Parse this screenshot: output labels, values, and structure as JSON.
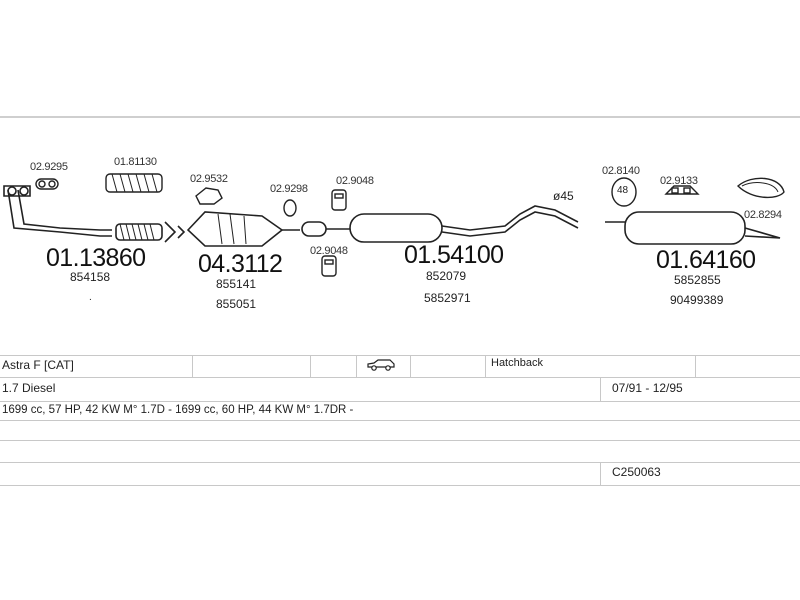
{
  "diagram": {
    "parts": [
      {
        "id": "front-pipe",
        "code": "01.13860",
        "refs": [
          "854158"
        ]
      },
      {
        "id": "catalyst",
        "code": "04.3112",
        "refs": [
          "855141",
          "855051"
        ]
      },
      {
        "id": "middle-silencer",
        "code": "01.54100",
        "refs": [
          "852079",
          "5852971"
        ]
      },
      {
        "id": "rear-silencer",
        "code": "01.64160",
        "refs": [
          "5852855",
          "90499389"
        ]
      }
    ],
    "small_parts": {
      "p1": "02.9295",
      "p2": "01.81130",
      "p3": "02.9532",
      "p4": "02.9298",
      "p5": "02.9048",
      "p6": "02.9048",
      "p7": "02.8140",
      "p8": "02.9133",
      "p9": "02.8294"
    },
    "badge": "48",
    "diameter": "ø45",
    "dot": "."
  },
  "table": {
    "model": "Astra F  [CAT]",
    "body": "Hatchback",
    "engine": "1.7 Diesel",
    "dates": "07/91 - 12/95",
    "details": "1699 cc, 57 HP, 42 KW M° 1.7D - 1699 cc, 60 HP, 44 KW M° 1.7DR -",
    "catalog_code": "C250063"
  },
  "icons": {
    "vehicle": "car-icon"
  }
}
